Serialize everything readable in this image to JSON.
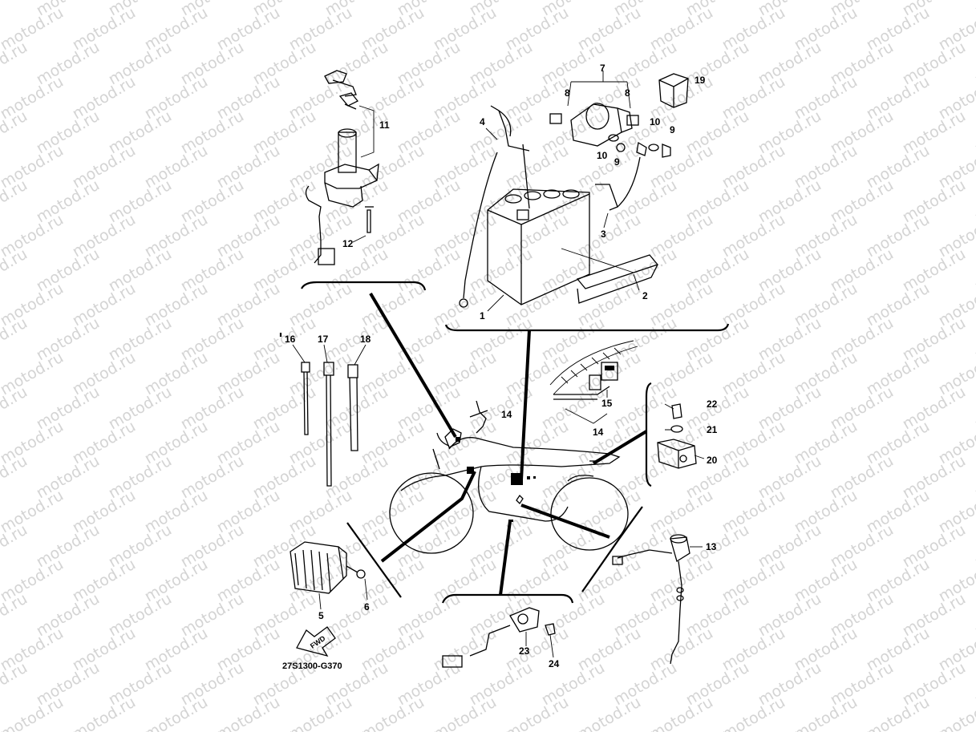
{
  "watermark": {
    "text": "motod.ru"
  },
  "diagram_code": "27S1300-G370",
  "fwd_label": "FWD",
  "parts": [
    {
      "id": "p1",
      "label": "1"
    },
    {
      "id": "p2",
      "label": "2"
    },
    {
      "id": "p3",
      "label": "3"
    },
    {
      "id": "p4",
      "label": "4"
    },
    {
      "id": "p5",
      "label": "5"
    },
    {
      "id": "p6",
      "label": "6"
    },
    {
      "id": "p7",
      "label": "7"
    },
    {
      "id": "p8a",
      "label": "8"
    },
    {
      "id": "p8b",
      "label": "8"
    },
    {
      "id": "p9a",
      "label": "9"
    },
    {
      "id": "p9b",
      "label": "9"
    },
    {
      "id": "p10a",
      "label": "10"
    },
    {
      "id": "p10b",
      "label": "10"
    },
    {
      "id": "p11",
      "label": "11"
    },
    {
      "id": "p12",
      "label": "12"
    },
    {
      "id": "p13",
      "label": "13"
    },
    {
      "id": "p14a",
      "label": "14"
    },
    {
      "id": "p14b",
      "label": "14"
    },
    {
      "id": "p15",
      "label": "15"
    },
    {
      "id": "p16",
      "label": "16"
    },
    {
      "id": "p17",
      "label": "17"
    },
    {
      "id": "p18",
      "label": "18"
    },
    {
      "id": "p19",
      "label": "19"
    },
    {
      "id": "p20",
      "label": "20"
    },
    {
      "id": "p21",
      "label": "21"
    },
    {
      "id": "p22",
      "label": "22"
    },
    {
      "id": "p23",
      "label": "23"
    },
    {
      "id": "p24",
      "label": "24"
    }
  ],
  "colors": {
    "line": "#000000",
    "watermark": "#d4d4d4",
    "background": "#ffffff"
  }
}
